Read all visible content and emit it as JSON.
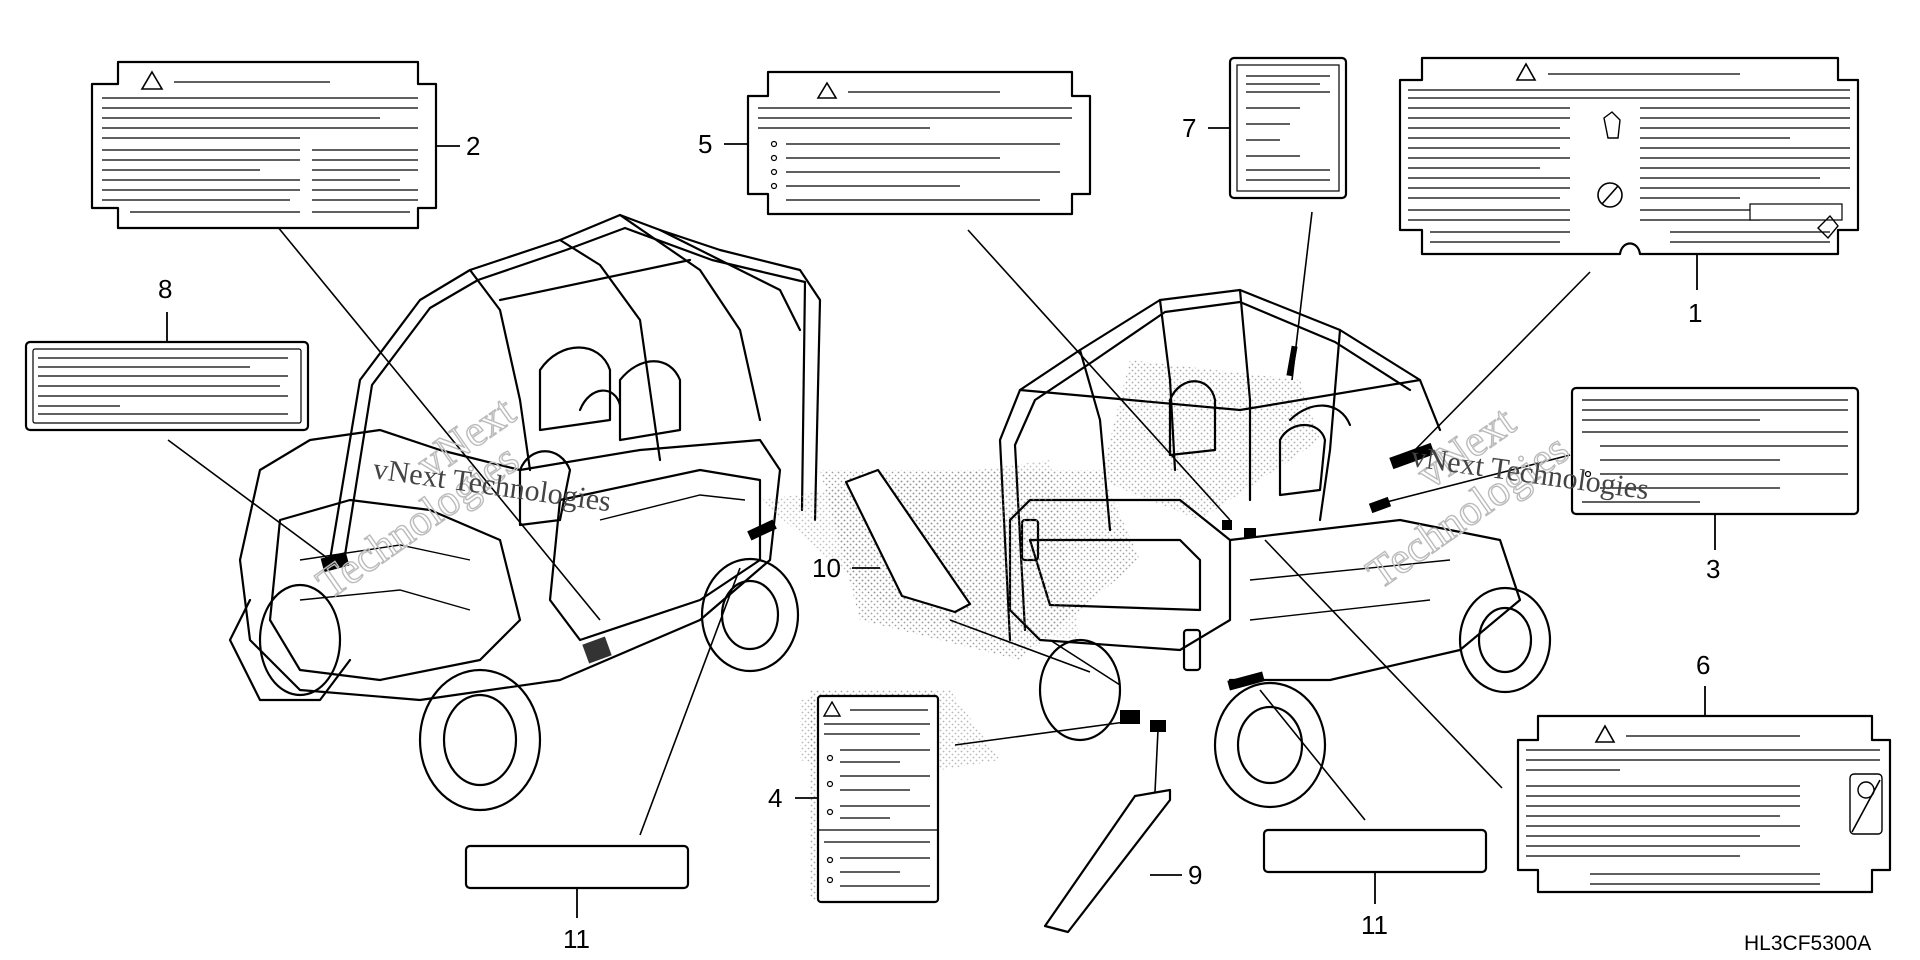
{
  "diagram": {
    "part_code": "HL3CF5300A",
    "watermark": {
      "company": "vNext Technologies",
      "word1": "vNext",
      "word2": "Technologies"
    },
    "callouts": [
      "1",
      "2",
      "3",
      "4",
      "5",
      "6",
      "7",
      "8",
      "9",
      "10",
      "11",
      "11"
    ]
  }
}
